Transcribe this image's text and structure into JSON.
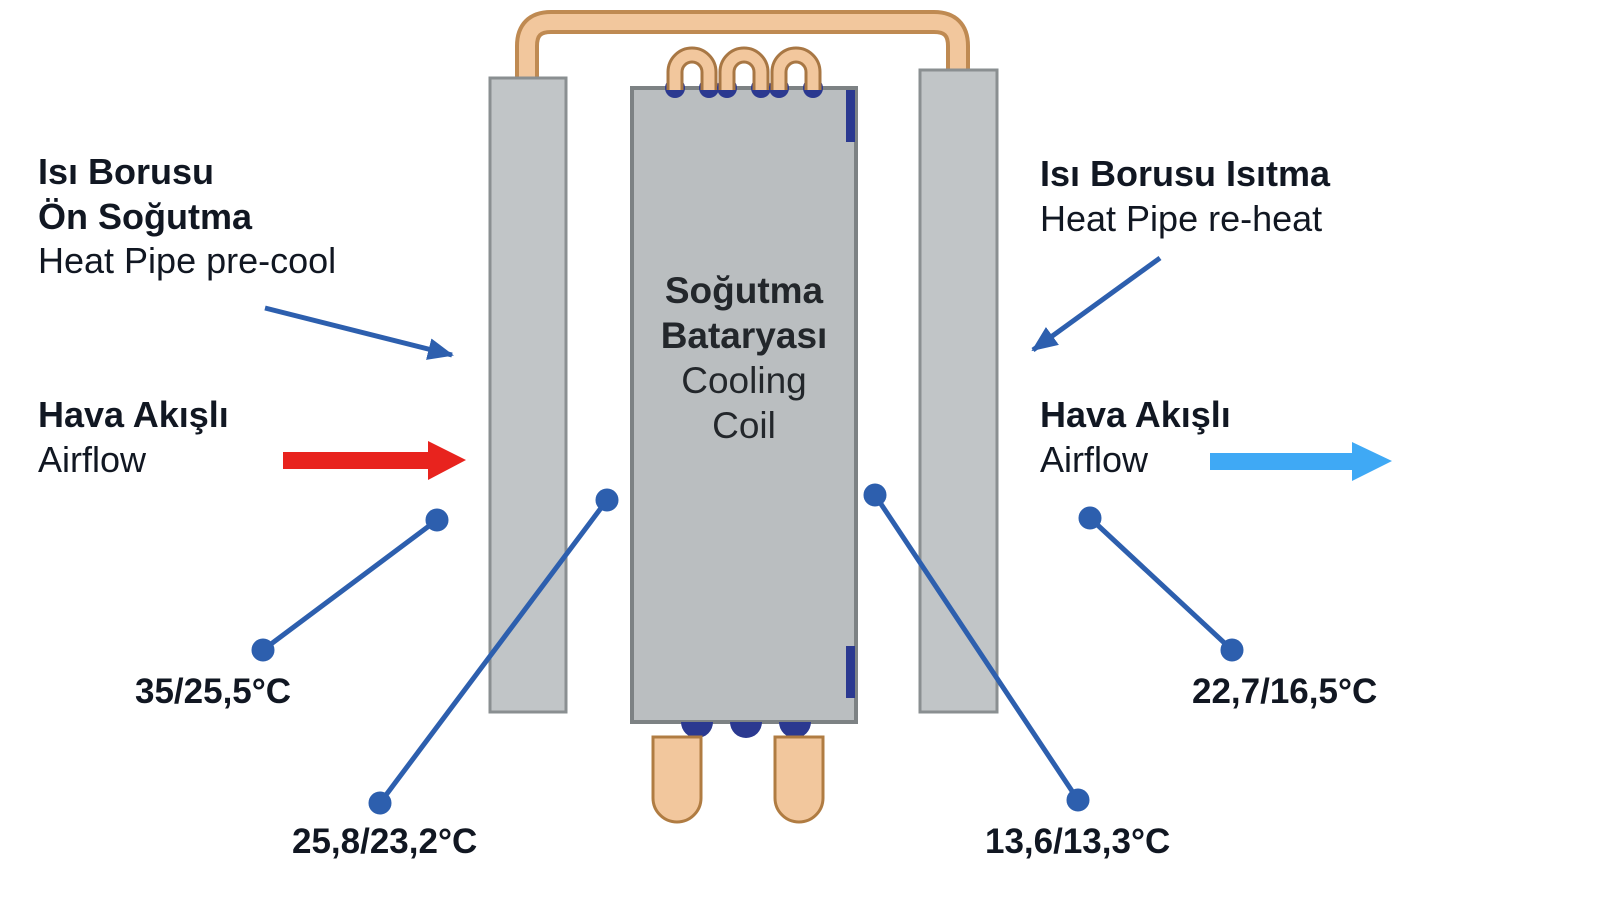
{
  "title": "Heat pipe pre-cool / re-heat around cooling coil diagram",
  "colors": {
    "slab_fill": "#c1c5c7",
    "slab_border": "#8a8f91",
    "coil_fill": "#babec0",
    "coil_border": "#7d8284",
    "copper_fill": "#f2c79d",
    "copper_border": "#bf8a52",
    "accent_navy": "#2b3990",
    "leader_blue": "#2d5fae",
    "airflow_in_red": "#e8231e",
    "airflow_out_blue": "#3fa9f5",
    "text_dark": "#111722"
  },
  "labels": {
    "precool": {
      "line1": "Isı Borusu",
      "line2": "Ön Soğutma",
      "line3": "Heat Pipe pre-cool"
    },
    "airflow_in": {
      "line1": "Hava Akışlı",
      "line2": "Airflow"
    },
    "cooling_coil": {
      "line1": "Soğutma",
      "line2": "Bataryası",
      "line3": "Cooling",
      "line4": "Coil"
    },
    "reheat": {
      "line1": "Isı Borusu Isıtma",
      "line2": "Heat Pipe re-heat"
    },
    "airflow_out": {
      "line1": "Hava Akışlı",
      "line2": "Airflow"
    }
  },
  "temperatures": {
    "inlet": "35/25,5°C",
    "after_precool": "25,8/23,2°C",
    "after_coil": "13,6/13,3°C",
    "outlet": "22,7/16,5°C"
  }
}
